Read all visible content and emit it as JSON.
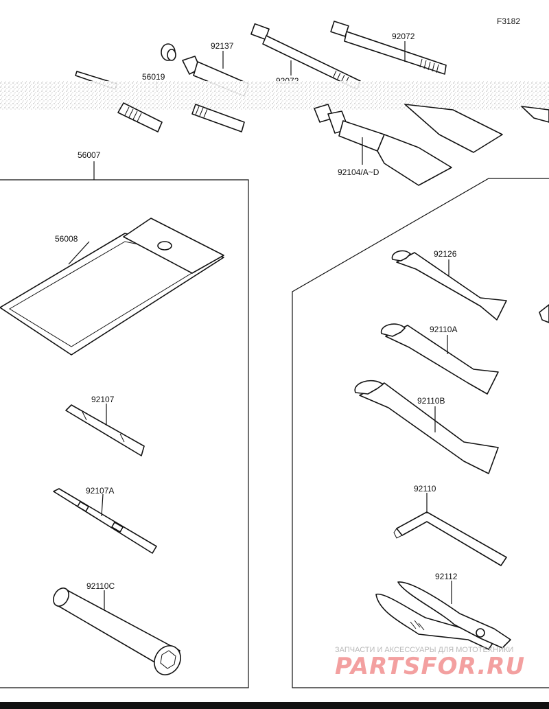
{
  "figure_code": "F3182",
  "labels": {
    "p92137": "92137",
    "p92072_upper": "92072",
    "p92072_lower": "92072",
    "p56019": "56019",
    "p92104": "92104/A~D",
    "p56007": "56007",
    "p56008": "56008",
    "p92107": "92107",
    "p92107A": "92107A",
    "p92110C": "92110C",
    "p92126": "92126",
    "p92110A": "92110A",
    "p92110B": "92110B",
    "p92110": "92110",
    "p92112": "92112"
  },
  "watermark": {
    "top": "ЗАПЧАСТИ И АКСЕССУАРЫ ДЛЯ МОТОТЕХНИКИ",
    "brand": "PARTSFOR.RU"
  }
}
